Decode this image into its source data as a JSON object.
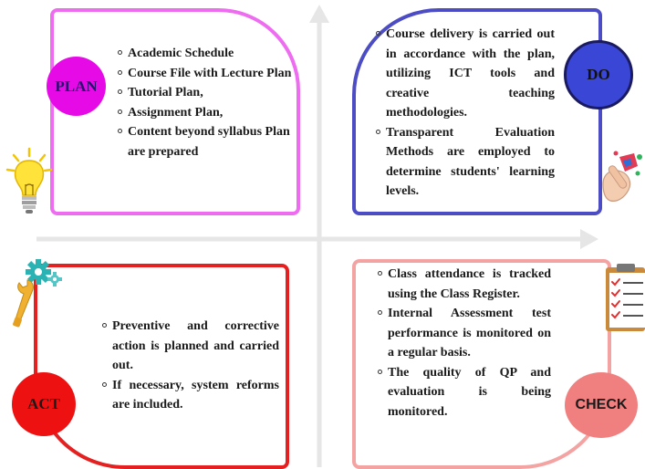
{
  "quadrants": {
    "plan": {
      "label": "PLAN",
      "items": [
        "Academic Schedule",
        "Course File with Lecture Plan",
        "Tutorial Plan,",
        "Assignment Plan,",
        "Content beyond syllabus Plan are prepared"
      ]
    },
    "do": {
      "label": "DO",
      "items": [
        "Course delivery is carried out in accordance with the plan, utilizing ICT tools and creative teaching methodologies.",
        "Transparent Evaluation Methods are employed to determine students' learning levels."
      ]
    },
    "act": {
      "label": "ACT",
      "items": [
        "Preventive and corrective action is planned and carried out.",
        "If necessary, system reforms are included."
      ]
    },
    "check": {
      "label": "CHECK",
      "items": [
        "Class attendance is tracked using the Class Register.",
        "Internal Assessment test performance is monitored on a regular basis.",
        "The quality of QP and evaluation is being monitored."
      ]
    }
  },
  "colors": {
    "plan": "#ee6cf0",
    "do": "#4c4cc4",
    "act": "#e42020",
    "check": "#f4a3a3",
    "axis": "#e6e6e6"
  },
  "icons": [
    "lightbulb-icon",
    "painting-hand-icon",
    "gear-wrench-icon",
    "checklist-clipboard-icon"
  ]
}
